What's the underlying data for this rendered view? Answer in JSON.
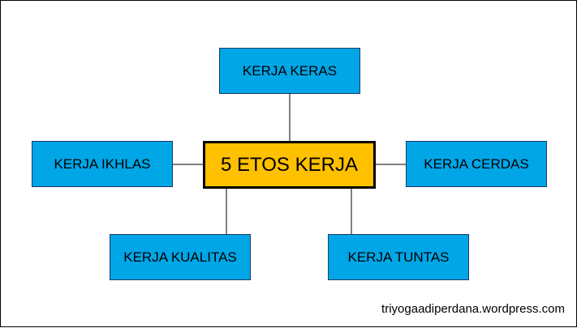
{
  "colors": {
    "node_fill": "#00a6e6",
    "center_fill": "#ffc000",
    "line": "#000000"
  },
  "diagram": {
    "center": {
      "label": "5 ETOS KERJA"
    },
    "nodes": {
      "top": {
        "label": "KERJA KERAS"
      },
      "left": {
        "label": "KERJA IKHLAS"
      },
      "right": {
        "label": "KERJA CERDAS"
      },
      "bottom_left": {
        "label": "KERJA KUALITAS"
      },
      "bottom_right": {
        "label": "KERJA TUNTAS"
      }
    }
  },
  "footer": {
    "watermark": "triyogaadiperdana.wordpress.com"
  }
}
